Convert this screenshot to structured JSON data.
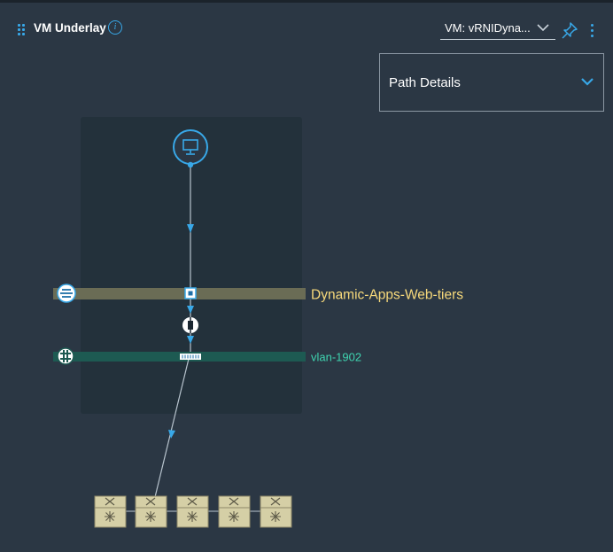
{
  "widget": {
    "title": "VM Underlay",
    "info_icon": "info-icon",
    "drag_icon": "drag-handle-icon"
  },
  "vm_select": {
    "value": "VM: vRNIDyna...",
    "icon": "chevron-down-icon"
  },
  "actions": {
    "pin_icon": "pin-icon",
    "more_icon": "more-vertical-icon"
  },
  "path_details": {
    "label": "Path Details",
    "icon": "chevron-down-icon"
  },
  "diagram": {
    "vm_node_icon": "monitor-icon",
    "port_group": {
      "label": "Dynamic-Apps-Web-tiers",
      "icon": "distributed-port-group-icon",
      "color": "#6a6c55"
    },
    "vlan": {
      "label": "vlan-1902",
      "icon": "vlan-icon",
      "color": "#1d5a52"
    },
    "host_switch_icon": "host-switch-icon",
    "physical_switch_icon": "switch-icon",
    "colors": {
      "accent": "#38a8e8",
      "port_group_text": "#f7d97b",
      "vlan_text": "#3fd4b0",
      "switch_fill": "#d5cfa6"
    }
  }
}
